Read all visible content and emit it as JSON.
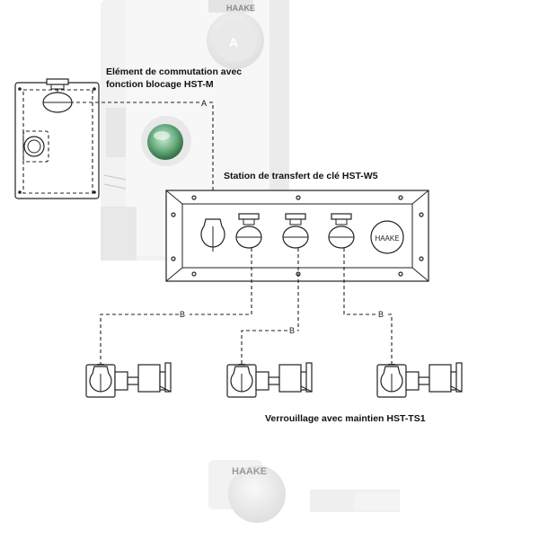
{
  "labels": {
    "hst_m": [
      "Elément de commutation avec",
      "fonction blocage HST-M"
    ],
    "hst_w5": "Station de transfert de clé HST-W5",
    "hst_ts1": "Verrouillage avec maintien HST-TS1",
    "brand": "HAAKE",
    "button_letter": "A",
    "link_a": "A",
    "link_b": "B"
  },
  "colors": {
    "line": "#222222",
    "background_photo": "#e9e9e9",
    "green_button": "#5aa06e"
  }
}
